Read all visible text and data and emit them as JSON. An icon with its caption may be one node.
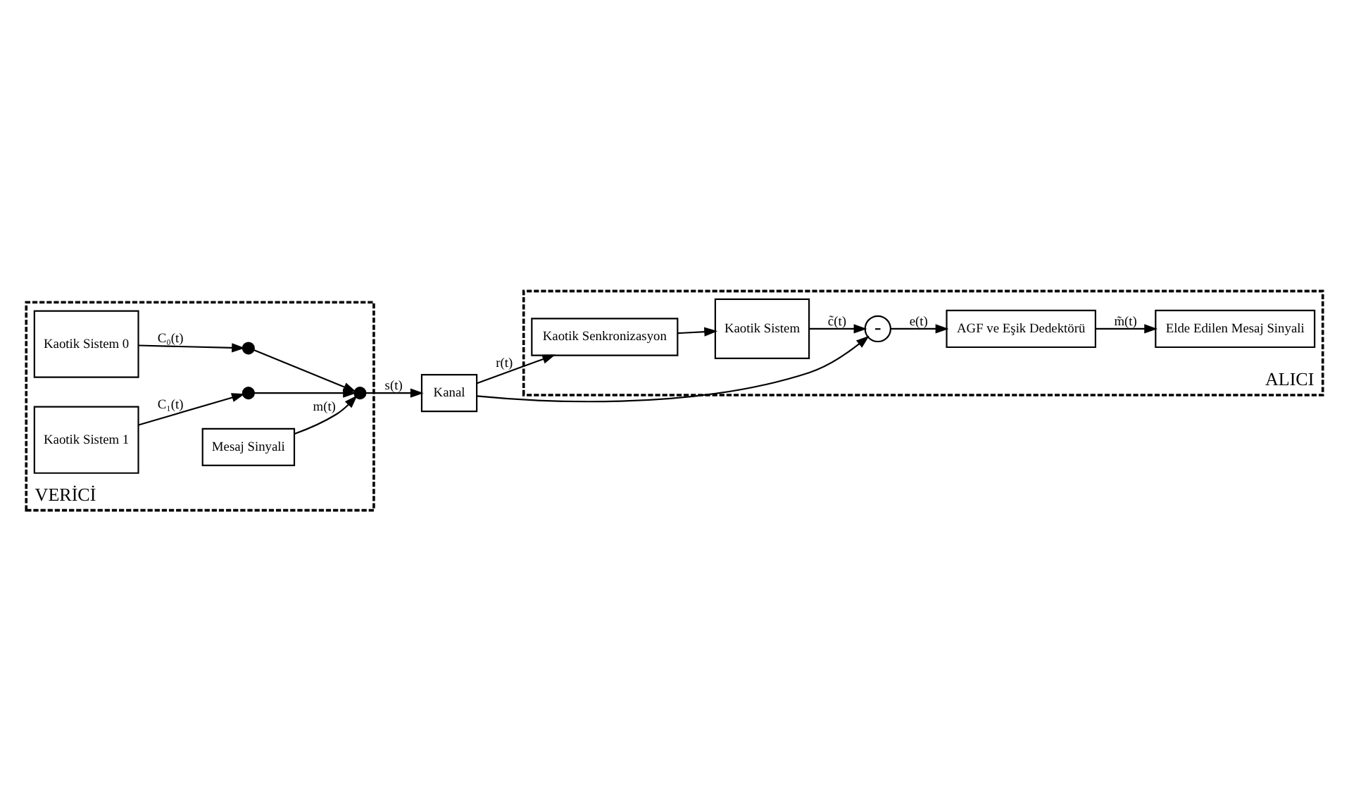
{
  "diagram": {
    "nodes": [
      {
        "text": [
          "VERİCİ"
        ]
      },
      {
        "text": [
          "Kaotik Sistem 0"
        ],
        "in": 0
      },
      {
        "text": [
          "Kaotik Sistem 1"
        ],
        "in": 0
      },
      {
        "text": [],
        "shape": "circle",
        "in": 0
      },
      {
        "text": [],
        "shape": "circle",
        "in": 0
      },
      {
        "text": [],
        "shape": "circle",
        "in": 0
      },
      {
        "text": [
          "Mesaj Sinyali"
        ],
        "in": 0
      },
      {
        "text": [
          "Kanal"
        ]
      },
      {
        "text": [
          "ALICI"
        ]
      },
      {
        "text": [
          "Kaotik Senkronizasyon"
        ],
        "in": 8
      },
      {
        "text": [
          "Kaotik Sistem"
        ],
        "in": 8
      },
      {
        "text": [
          "-"
        ],
        "in": 8
      },
      {
        "text": [
          "AGF ve Eşik Dedektörü"
        ],
        "in": 8
      },
      {
        "text": [
          "Elde Edilen Mesaj Sinyali"
        ],
        "in": 8
      }
    ],
    "edges": [
      {
        "from": 1,
        "to": 3,
        "arrow": "to",
        "label": "C₀(t)"
      },
      {
        "from": 2,
        "to": 4,
        "arrow": "to",
        "label": "C₁(t)"
      },
      {
        "from": 3,
        "to": 5,
        "arrow": "to"
      },
      {
        "from": 4,
        "to": 5,
        "arrow": "to"
      },
      {
        "from": 6,
        "to": 5,
        "arrow": "to",
        "label": "m(t)"
      },
      {
        "from": 5,
        "to": 7,
        "arrow": "to",
        "label": "s(t)"
      },
      {
        "from": 7,
        "to": 9,
        "arrow": "to",
        "label": "r(t)"
      },
      {
        "from": 7,
        "to": 11,
        "arrow": "to"
      },
      {
        "from": 9,
        "to": 10,
        "arrow": "to"
      },
      {
        "from": 10,
        "to": 11,
        "arrow": "to",
        "label": "c̃(t)"
      },
      {
        "from": 11,
        "to": 12,
        "arrow": "to",
        "label": "e(t)"
      },
      {
        "from": 12,
        "to": 13,
        "arrow": "to",
        "label": "m̃(t)"
      }
    ]
  }
}
